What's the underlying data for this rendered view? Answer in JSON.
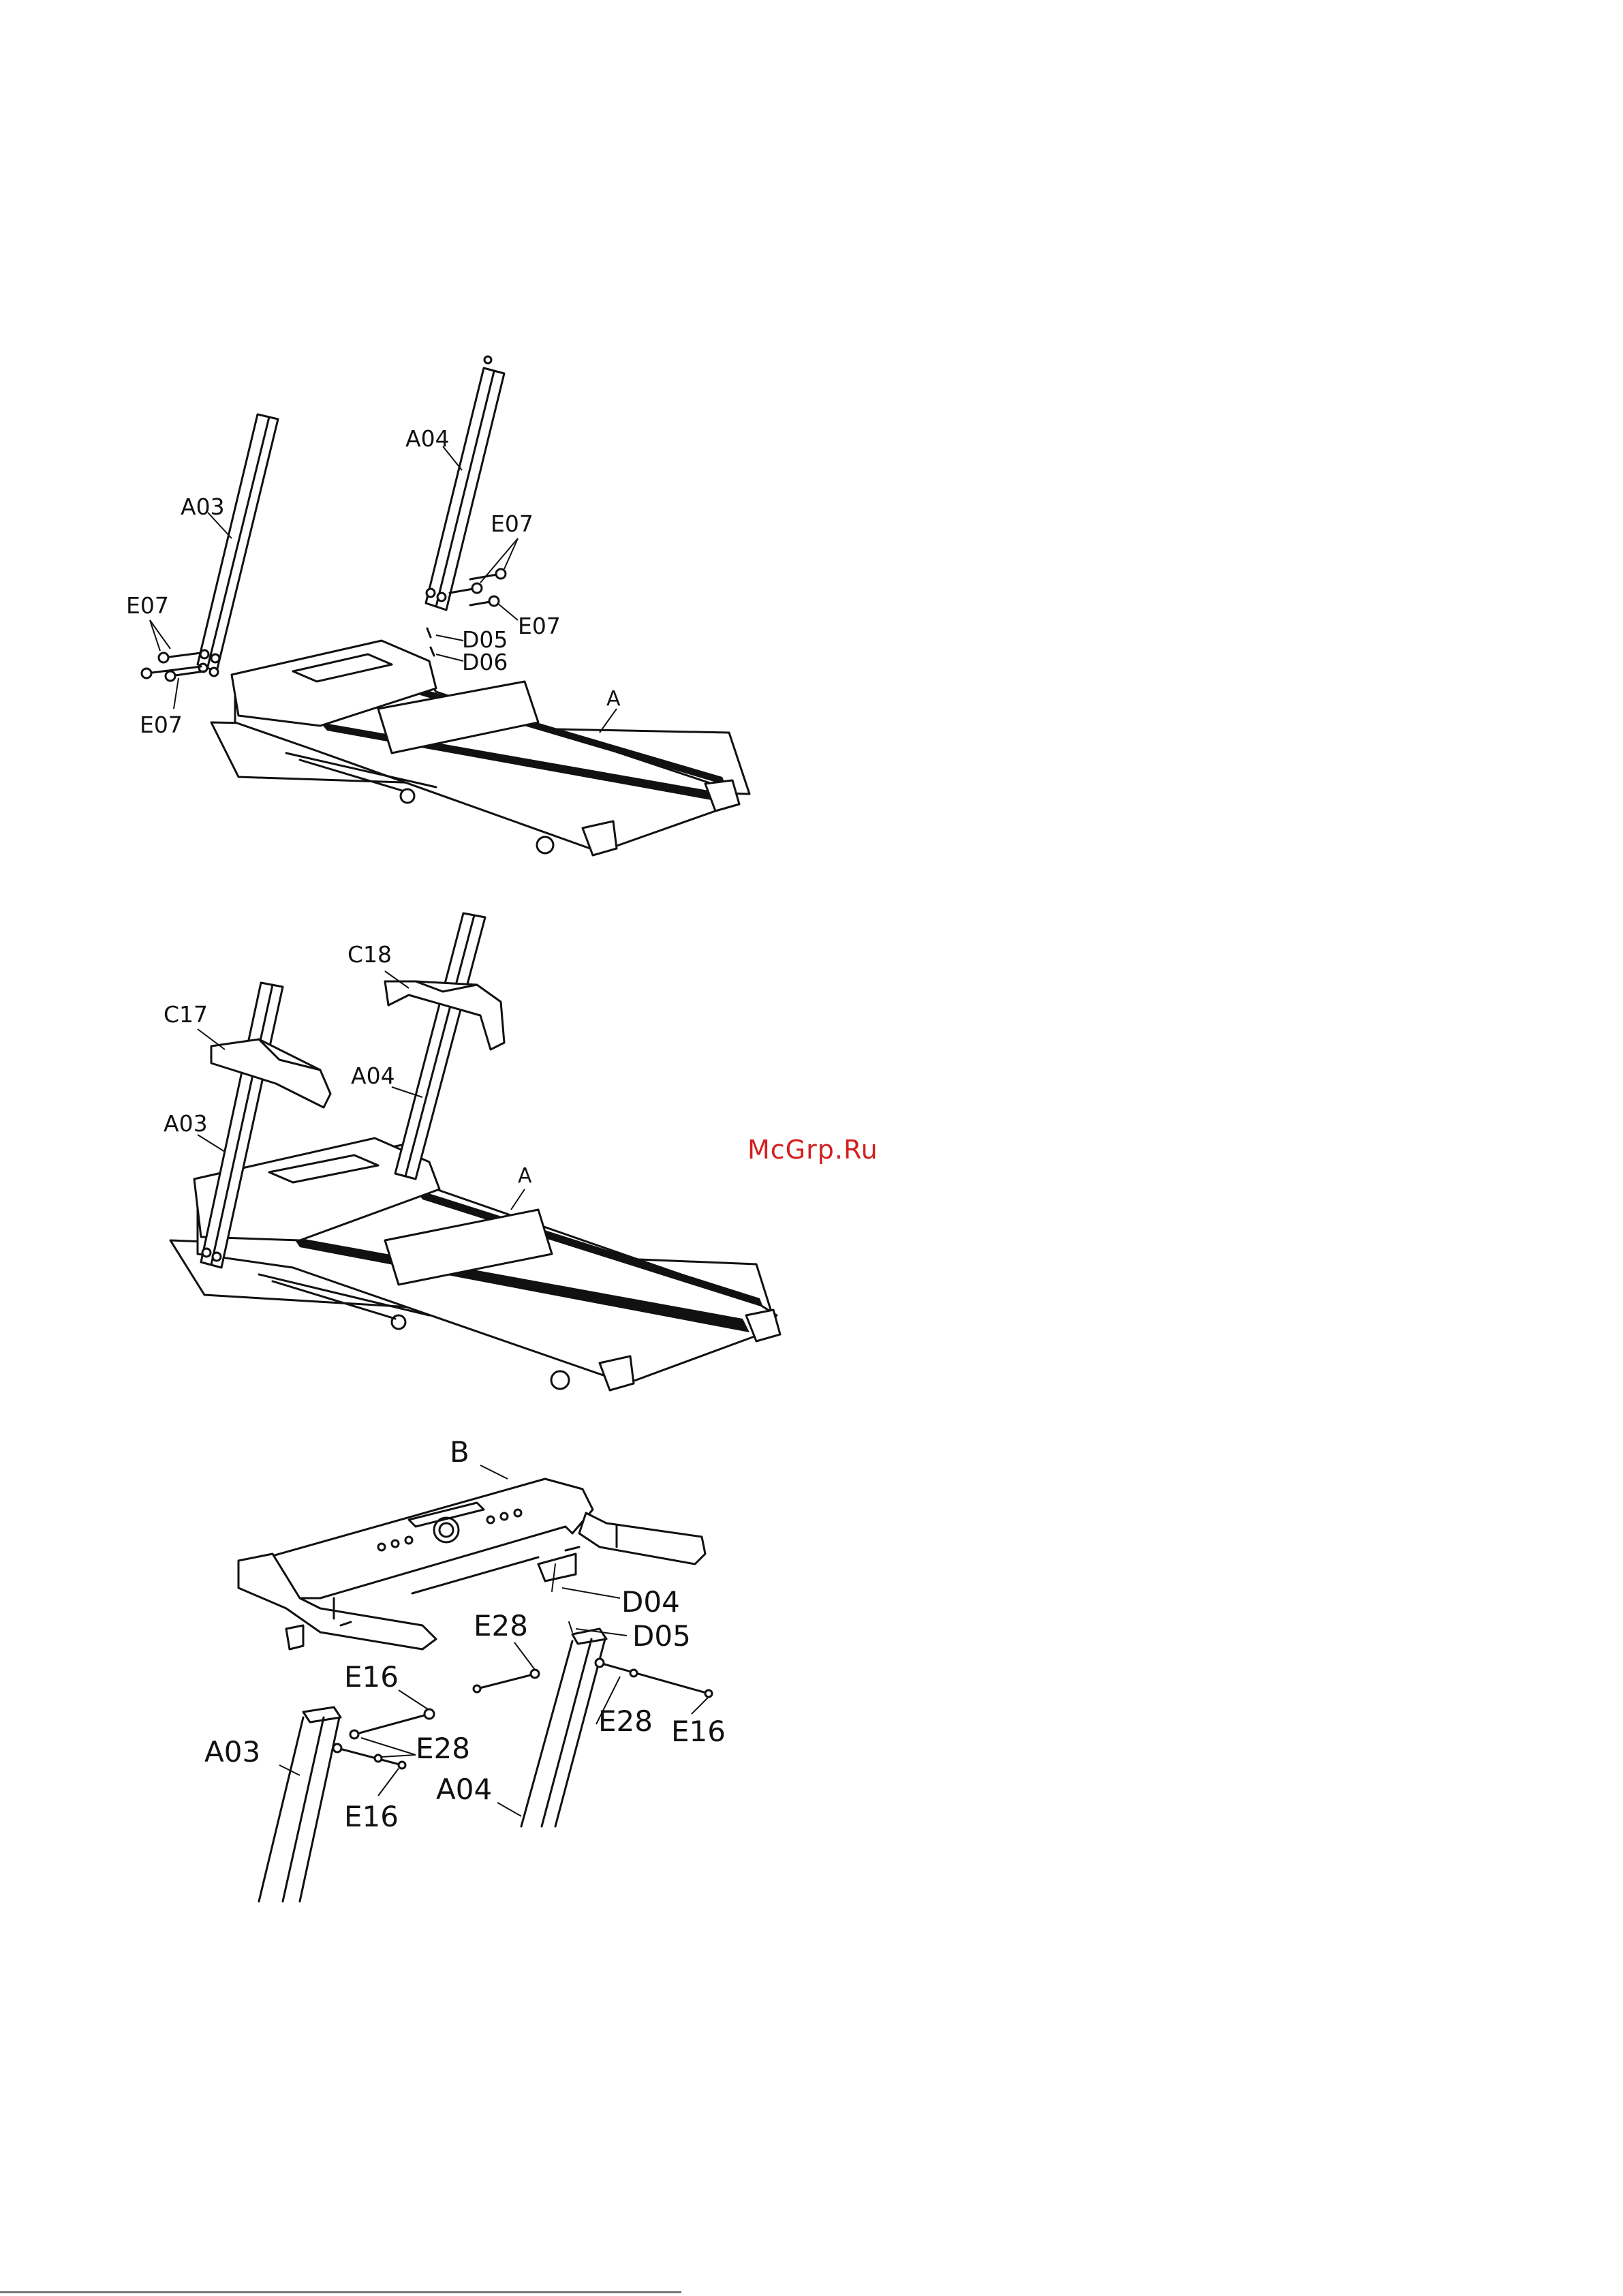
{
  "watermark": "McGrp.Ru",
  "diagram1": {
    "labels": {
      "a03": "A03",
      "a04": "A04",
      "e07_left_top": "E07",
      "e07_left_bottom": "E07",
      "e07_right_top": "E07",
      "e07_right_bottom": "E07",
      "d05": "D05",
      "d06": "D06",
      "a": "A"
    }
  },
  "diagram2": {
    "labels": {
      "c18": "C18",
      "c17": "C17",
      "a04": "A04",
      "a03": "A03",
      "a": "A"
    }
  },
  "diagram3": {
    "labels": {
      "b": "B",
      "d04": "D04",
      "d05": "D05",
      "e28_top": "E28",
      "e16_top": "E16",
      "e28_left": "E28",
      "e16_left": "E16",
      "a03": "A03",
      "a04": "A04",
      "e28_right": "E28",
      "e16_right": "E16"
    }
  }
}
